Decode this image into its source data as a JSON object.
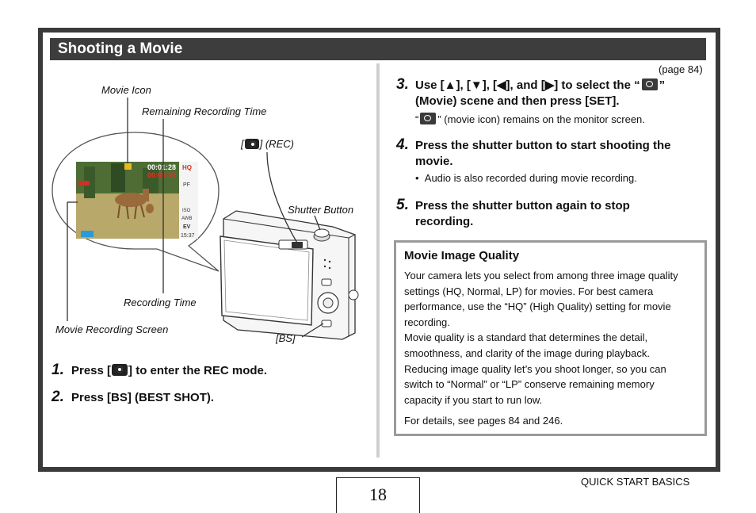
{
  "header": {
    "title": "Shooting a Movie"
  },
  "diagram": {
    "labels": {
      "movie_icon": "Movie Icon",
      "remaining_time": "Remaining Recording Time",
      "rec_button_prefix": "[",
      "rec_button_suffix": "] (REC)",
      "shutter_button": "Shutter Button",
      "recording_time": "Recording Time",
      "movie_screen": "Movie Recording Screen",
      "bs": "[BS]"
    },
    "lcd": {
      "time_top": "00:01:28",
      "time_bottom": "00:00:10",
      "side_icons": [
        "HQ",
        "PF",
        "ISO",
        "AWB",
        "EV"
      ],
      "clock": "15:37"
    }
  },
  "steps": [
    {
      "num": "1.",
      "before": "Press [",
      "after": "] to enter the REC mode."
    },
    {
      "num": "2.",
      "text": "Press [BS] (BEST SHOT)."
    },
    {
      "num": "3.",
      "page_ref": "(page 84)",
      "line1_a": "Use [▲], [▼], [◀], and [▶] to select the “",
      "line1_b": "”",
      "line2": "(Movie) scene and then press [SET].",
      "note_a": "“",
      "note_b": "” (movie icon) remains on the monitor screen."
    },
    {
      "num": "4.",
      "line1": "Press the shutter button to start shooting the",
      "line2": "movie.",
      "bullet": "Audio is also recorded during movie recording."
    },
    {
      "num": "5.",
      "line1": "Press the shutter button again to stop",
      "line2": "recording."
    }
  ],
  "quality_box": {
    "title": "Movie Image Quality",
    "lines": [
      "Your camera lets you select from among three image quality",
      "settings (HQ, Normal, LP) for movies. For best camera",
      "performance, use the “HQ” (High Quality) setting for movie",
      "recording.",
      "Movie quality is a standard that determines the detail,",
      "smoothness, and clarity of the image during playback.",
      "Reducing image quality let’s you shoot longer, so you can",
      "switch to “Normal” or “LP” conserve remaining memory",
      "capacity if you start to run low."
    ],
    "footer": "For details, see pages 84 and 246."
  },
  "page_number": "18",
  "footer": "QUICK START BASICS"
}
